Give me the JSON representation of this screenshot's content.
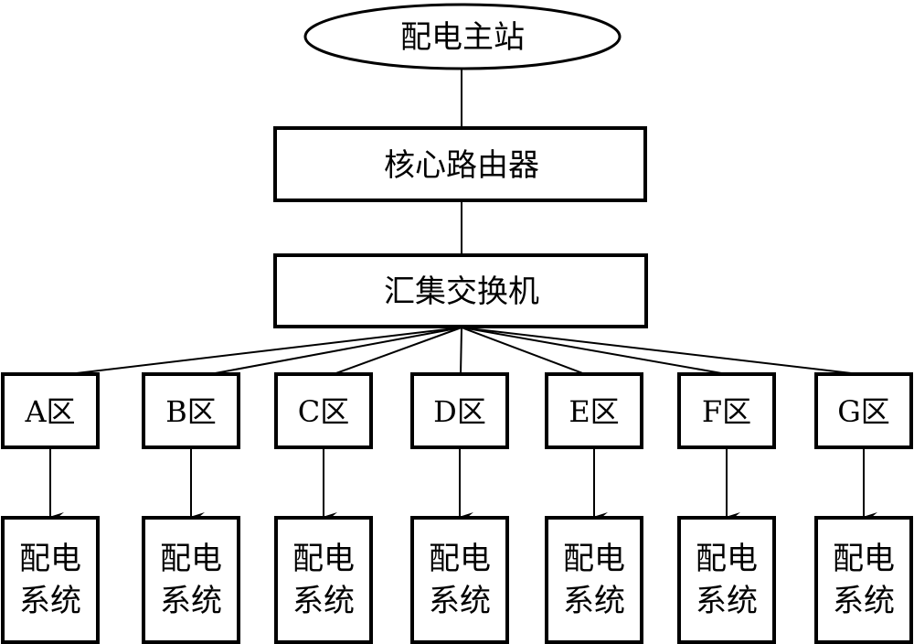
{
  "diagram": {
    "type": "network-topology",
    "colors": {
      "stroke": "#000000",
      "fill": "#ffffff",
      "text": "#000000"
    },
    "master_station": {
      "label": "配电主站",
      "shape": "ellipse"
    },
    "core_router": {
      "label": "核心路由器",
      "shape": "rectangle"
    },
    "aggregation_switch": {
      "label": "汇集交换机",
      "shape": "rectangle"
    },
    "zones": [
      {
        "label": "A区",
        "system": [
          "配电",
          "系统"
        ]
      },
      {
        "label": "B区",
        "system": [
          "配电",
          "系统"
        ]
      },
      {
        "label": "C区",
        "system": [
          "配电",
          "系统"
        ]
      },
      {
        "label": "D区",
        "system": [
          "配电",
          "系统"
        ]
      },
      {
        "label": "E区",
        "system": [
          "配电",
          "系统"
        ]
      },
      {
        "label": "F区",
        "system": [
          "配电",
          "系统"
        ]
      },
      {
        "label": "G区",
        "system": [
          "配电",
          "系统"
        ]
      }
    ],
    "edges": [
      {
        "from": "配电主站",
        "to": "核心路由器",
        "arrow": false
      },
      {
        "from": "核心路由器",
        "to": "汇集交换机",
        "arrow": false
      },
      {
        "from": "汇集交换机",
        "to": "each zone",
        "arrow": false
      },
      {
        "from": "each zone",
        "to": "配电系统",
        "arrow": true
      }
    ]
  }
}
